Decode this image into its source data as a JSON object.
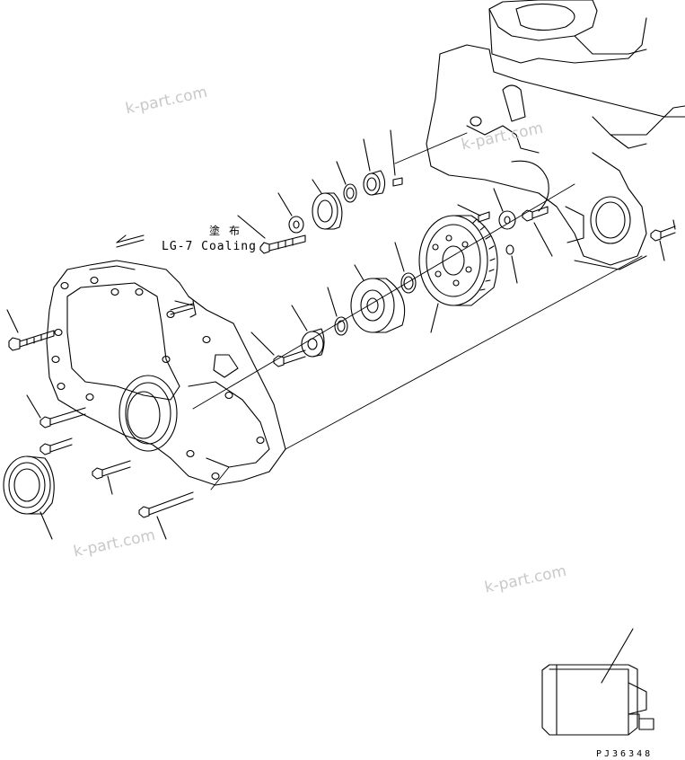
{
  "watermarks": [
    "k-part.com",
    "k-part.com",
    "k-part.com",
    "k-part.com"
  ],
  "annotation": {
    "japanese": "塗布",
    "english": "LG-7 Coaling"
  },
  "drawing_number": "PJ36348"
}
